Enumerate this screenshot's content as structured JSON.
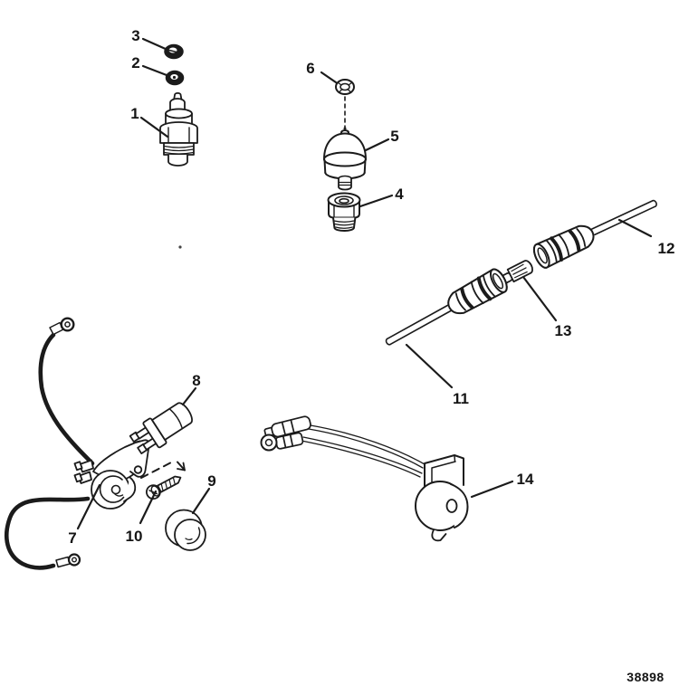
{
  "page": {
    "background": "#ffffff",
    "ink_color": "#1b1b1b"
  },
  "drawing_number": "38898",
  "callouts": [
    {
      "label": "1",
      "part": "temperature-sender"
    },
    {
      "label": "2",
      "part": "toothed-washer-nut"
    },
    {
      "label": "3",
      "part": "locknut"
    },
    {
      "label": "4",
      "part": "adapter-fitting"
    },
    {
      "label": "5",
      "part": "oil-pressure-switch"
    },
    {
      "label": "6",
      "part": "hex-nut"
    },
    {
      "label": "7",
      "part": "warning-horn"
    },
    {
      "label": "8",
      "part": "connector-plug"
    },
    {
      "label": "9",
      "part": "rubber-cap"
    },
    {
      "label": "10",
      "part": "screw"
    },
    {
      "label": "11",
      "part": "lead-wire-assembly-lower"
    },
    {
      "label": "12",
      "part": "lead-wire-assembly-upper"
    },
    {
      "label": "13",
      "part": "bullet-terminal"
    },
    {
      "label": "14",
      "part": "warning-buzzer-assembly"
    }
  ]
}
